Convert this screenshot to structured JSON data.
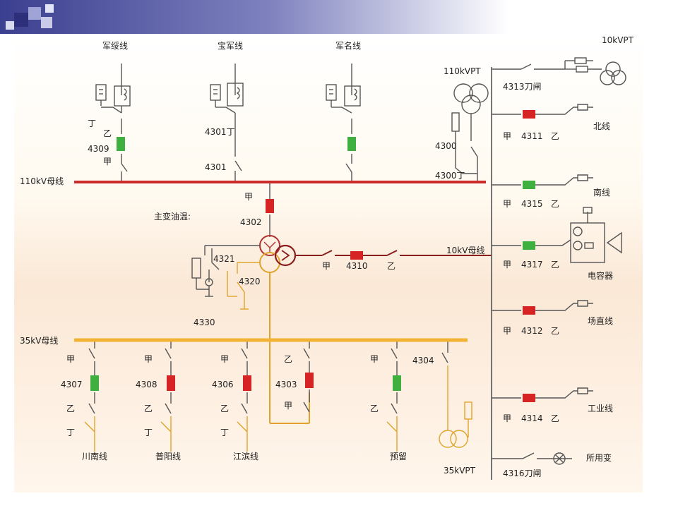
{
  "colors": {
    "bus_110kv": "#cc2b2b",
    "bus_35kv": "#f2b233",
    "bus_10kv": "#8a1d1d",
    "breaker_closed": "#d62424",
    "breaker_open": "#3fb03f",
    "wire": "#555555",
    "wire_35kv": "#e0a42c",
    "accent_slide": "#3b3f8f"
  },
  "top_feeders": {
    "f1": "军绥线",
    "f2": "宝军线",
    "f3": "军名线"
  },
  "labels_110": {
    "bus": "110kV母线",
    "f1_ding": "丁",
    "f1_yi": "乙",
    "f1_no": "4309",
    "f1_jia": "甲",
    "f2_no_ding": "4301丁",
    "f2_no": "4301",
    "pt": "110kVPT",
    "pt_no": "4300",
    "pt_no_ding": "4300丁"
  },
  "transformer": {
    "jia": "甲",
    "breaker_no": "4302",
    "oil_temp": "主变油温:",
    "n4321": "4321",
    "n4320": "4320",
    "n4330": "4330",
    "b4310_jia": "甲",
    "b4310": "4310",
    "b4310_yi": "乙"
  },
  "bus_10": {
    "bus": "10kV母线",
    "pt": "10kVPT",
    "knife": "4313刀闸",
    "rows": [
      {
        "jia": "甲",
        "no": "4311",
        "yi": "乙",
        "name": "北线"
      },
      {
        "jia": "甲",
        "no": "4315",
        "yi": "乙",
        "name": "南线"
      },
      {
        "jia": "甲",
        "no": "4317",
        "yi": "乙",
        "name": "电容器"
      },
      {
        "jia": "甲",
        "no": "4312",
        "yi": "乙",
        "name": "场直线"
      },
      {
        "jia": "甲",
        "no": "4314",
        "yi": "乙",
        "name": "工业线"
      }
    ],
    "knife2": "4316刀闸",
    "aux": "所用变"
  },
  "bus_35": {
    "bus": "35kV母线",
    "f4307": {
      "jia": "甲",
      "no": "4307",
      "yi": "乙",
      "ding": "丁",
      "name": "川南线"
    },
    "f4308": {
      "jia": "甲",
      "no": "4308",
      "yi": "乙",
      "ding": "丁",
      "name": "普阳线"
    },
    "f4306": {
      "jia": "甲",
      "no": "4306",
      "yi": "乙",
      "ding": "丁",
      "name": "江滨线"
    },
    "f4303": {
      "yi": "乙",
      "no": "4303",
      "jia": "甲"
    },
    "fres": {
      "jia": "甲",
      "yi": "乙",
      "name": "预留"
    },
    "pt": {
      "no": "4304",
      "name": "35kVPT"
    }
  }
}
